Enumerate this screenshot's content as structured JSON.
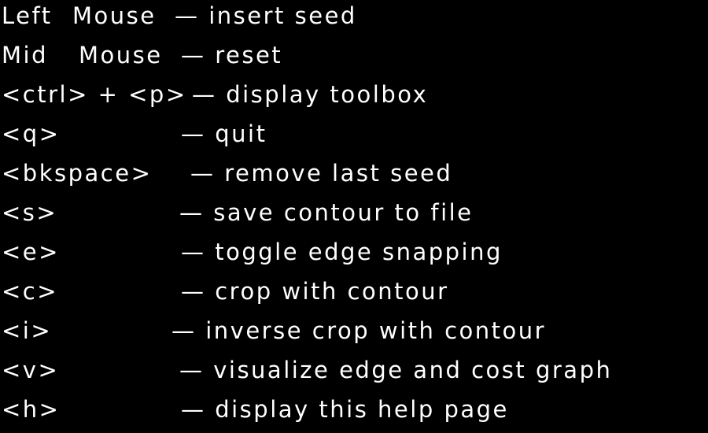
{
  "help": {
    "left_mouse": {
      "key1": "Left",
      "key2": "Mouse",
      "desc": "— insert seed"
    },
    "mid_mouse": {
      "key1": "Mid",
      "key2": "Mouse",
      "desc": "— reset"
    },
    "ctrl_p": {
      "key": "<ctrl> + <p>",
      "desc": "— display toolbox"
    },
    "q": {
      "key": "<q>",
      "desc": "— quit"
    },
    "bkspace": {
      "key": "<bkspace>",
      "desc": "— remove last seed"
    },
    "s": {
      "key": "<s>",
      "desc": "— save contour to file"
    },
    "e": {
      "key": "<e>",
      "desc": "— toggle edge snapping"
    },
    "c": {
      "key": "<c>",
      "desc": "— crop with contour"
    },
    "i": {
      "key": "<i>",
      "desc": "— inverse crop with contour"
    },
    "v": {
      "key": "<v>",
      "desc": "— visualize edge and cost graph"
    },
    "h": {
      "key": "<h>",
      "desc": "— display this help page"
    }
  },
  "colors": {
    "background": "#000000",
    "text": "#ffffff"
  }
}
